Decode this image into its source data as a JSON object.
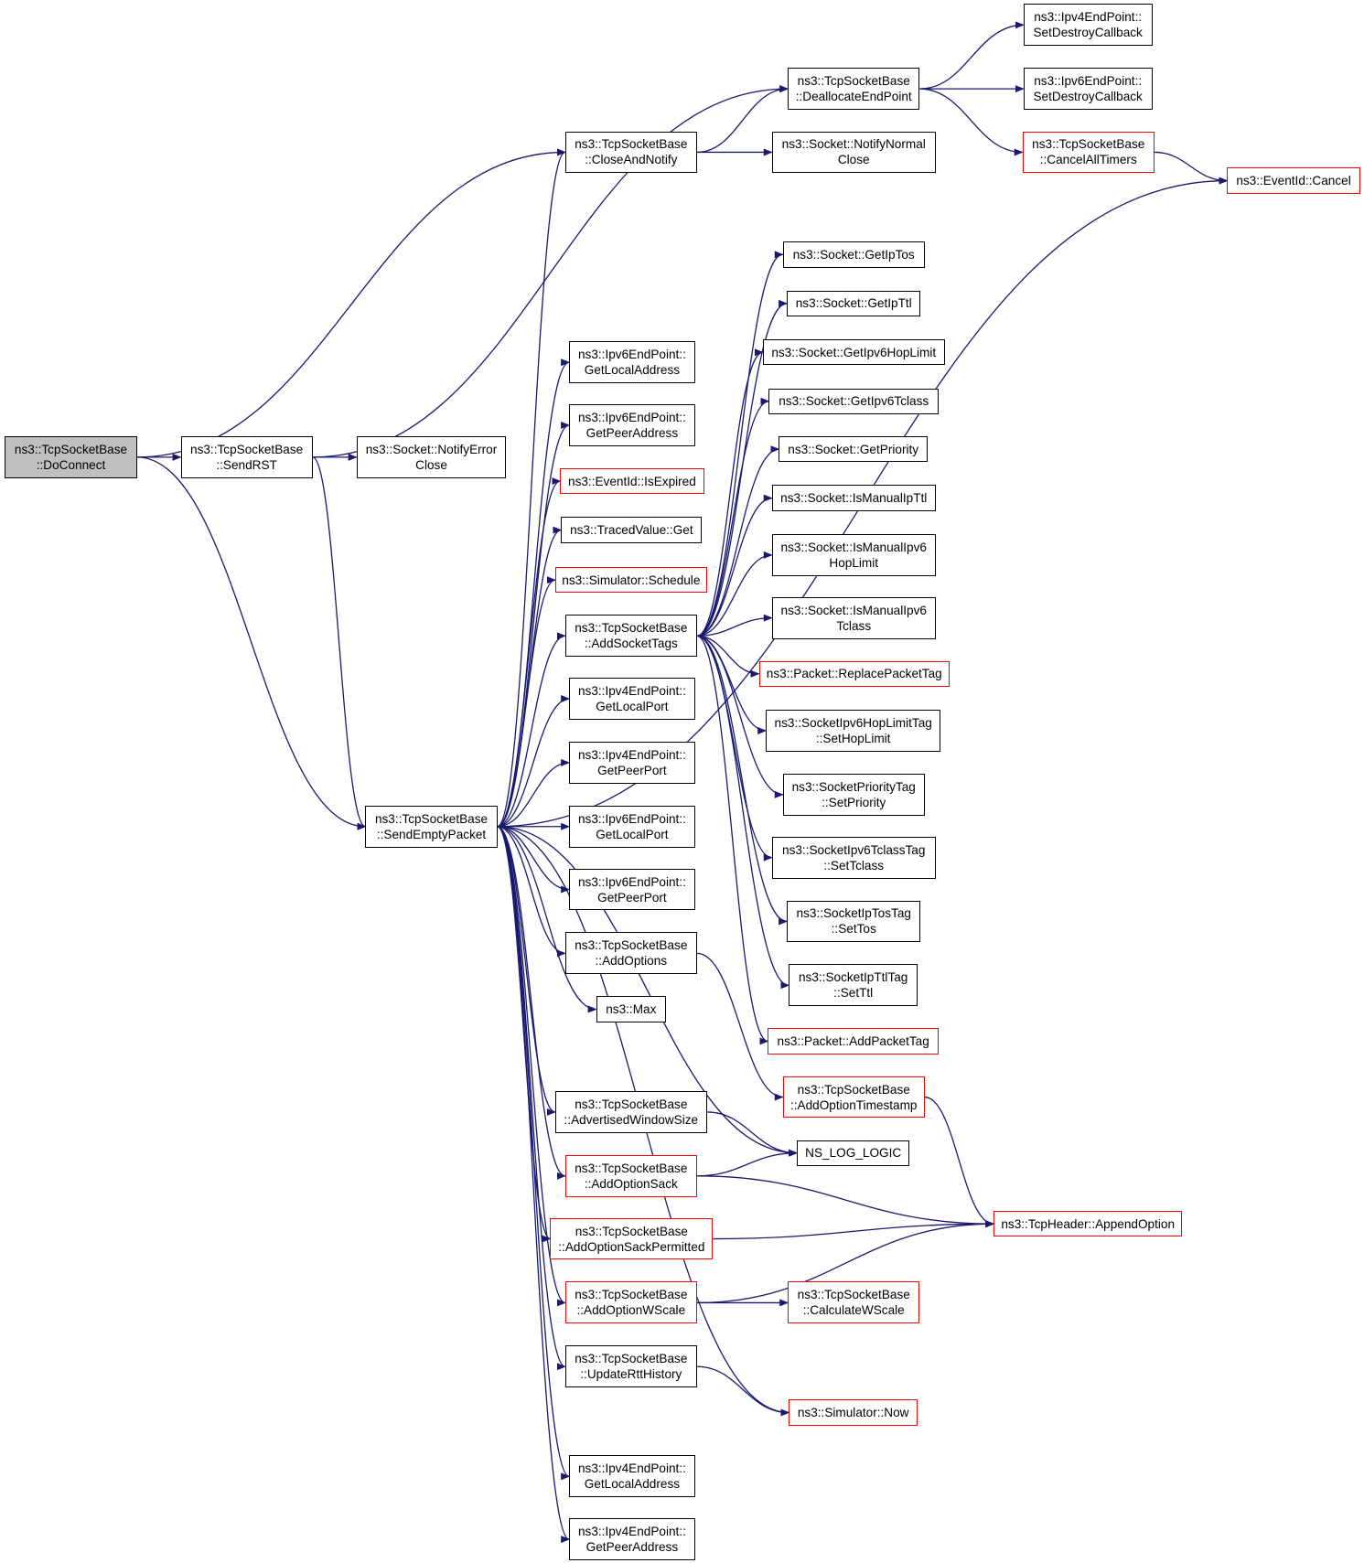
{
  "nodes": {
    "doconnect": {
      "lines": [
        "ns3::TcpSocketBase",
        "::DoConnect"
      ],
      "border": "#000000",
      "fill": "#bfbfbf"
    },
    "sendrst": {
      "lines": [
        "ns3::TcpSocketBase",
        "::SendRST"
      ],
      "border": "#000000",
      "fill": "#ffffff"
    },
    "notifyerrorclose": {
      "lines": [
        "ns3::Socket::NotifyError",
        "Close"
      ],
      "border": "#000000",
      "fill": "#ffffff"
    },
    "sendemptypacket": {
      "lines": [
        "ns3::TcpSocketBase",
        "::SendEmptyPacket"
      ],
      "border": "#000000",
      "fill": "#ffffff"
    },
    "closeandnotify": {
      "lines": [
        "ns3::TcpSocketBase",
        "::CloseAndNotify"
      ],
      "border": "#000000",
      "fill": "#ffffff"
    },
    "deallocateendpoint": {
      "lines": [
        "ns3::TcpSocketBase",
        "::DeallocateEndPoint"
      ],
      "border": "#000000",
      "fill": "#ffffff"
    },
    "notifynormalclose": {
      "lines": [
        "ns3::Socket::NotifyNormal",
        "Close"
      ],
      "border": "#000000",
      "fill": "#ffffff"
    },
    "ipv4setdestroy": {
      "lines": [
        "ns3::Ipv4EndPoint::",
        "SetDestroyCallback"
      ],
      "border": "#000000",
      "fill": "#ffffff"
    },
    "ipv6setdestroy": {
      "lines": [
        "ns3::Ipv6EndPoint::",
        "SetDestroyCallback"
      ],
      "border": "#000000",
      "fill": "#ffffff"
    },
    "cancelalltimers": {
      "lines": [
        "ns3::TcpSocketBase",
        "::CancelAllTimers"
      ],
      "border": "#ff0000",
      "fill": "#ffffff"
    },
    "eventcancel": {
      "lines": [
        "ns3::EventId::Cancel"
      ],
      "border": "#ff0000",
      "fill": "#ffffff"
    },
    "ipv6getlocaladdress": {
      "lines": [
        "ns3::Ipv6EndPoint::",
        "GetLocalAddress"
      ],
      "border": "#000000",
      "fill": "#ffffff"
    },
    "ipv6getpeeraddress": {
      "lines": [
        "ns3::Ipv6EndPoint::",
        "GetPeerAddress"
      ],
      "border": "#000000",
      "fill": "#ffffff"
    },
    "isexpired": {
      "lines": [
        "ns3::EventId::IsExpired"
      ],
      "border": "#ff0000",
      "fill": "#ffffff"
    },
    "tracedget": {
      "lines": [
        "ns3::TracedValue::Get"
      ],
      "border": "#000000",
      "fill": "#ffffff"
    },
    "schedule": {
      "lines": [
        "ns3::Simulator::Schedule"
      ],
      "border": "#ff0000",
      "fill": "#ffffff"
    },
    "addsockettags": {
      "lines": [
        "ns3::TcpSocketBase",
        "::AddSocketTags"
      ],
      "border": "#000000",
      "fill": "#ffffff"
    },
    "ipv4getlocalport": {
      "lines": [
        "ns3::Ipv4EndPoint::",
        "GetLocalPort"
      ],
      "border": "#000000",
      "fill": "#ffffff"
    },
    "ipv4getpeerport": {
      "lines": [
        "ns3::Ipv4EndPoint::",
        "GetPeerPort"
      ],
      "border": "#000000",
      "fill": "#ffffff"
    },
    "ipv6getlocalport": {
      "lines": [
        "ns3::Ipv6EndPoint::",
        "GetLocalPort"
      ],
      "border": "#000000",
      "fill": "#ffffff"
    },
    "ipv6getpeerport": {
      "lines": [
        "ns3::Ipv6EndPoint::",
        "GetPeerPort"
      ],
      "border": "#000000",
      "fill": "#ffffff"
    },
    "addoptions": {
      "lines": [
        "ns3::TcpSocketBase",
        "::AddOptions"
      ],
      "border": "#000000",
      "fill": "#ffffff"
    },
    "max": {
      "lines": [
        "ns3::Max"
      ],
      "border": "#000000",
      "fill": "#ffffff"
    },
    "advertisedwindowsize": {
      "lines": [
        "ns3::TcpSocketBase",
        "::AdvertisedWindowSize"
      ],
      "border": "#000000",
      "fill": "#ffffff"
    },
    "addoptionsack": {
      "lines": [
        "ns3::TcpSocketBase",
        "::AddOptionSack"
      ],
      "border": "#ff0000",
      "fill": "#ffffff"
    },
    "addoptionsackpermitted": {
      "lines": [
        "ns3::TcpSocketBase",
        "::AddOptionSackPermitted"
      ],
      "border": "#ff0000",
      "fill": "#ffffff"
    },
    "addoptionwscale": {
      "lines": [
        "ns3::TcpSocketBase",
        "::AddOptionWScale"
      ],
      "border": "#ff0000",
      "fill": "#ffffff"
    },
    "updatertthistory": {
      "lines": [
        "ns3::TcpSocketBase",
        "::UpdateRttHistory"
      ],
      "border": "#000000",
      "fill": "#ffffff"
    },
    "ipv4getlocaladdress": {
      "lines": [
        "ns3::Ipv4EndPoint::",
        "GetLocalAddress"
      ],
      "border": "#000000",
      "fill": "#ffffff"
    },
    "ipv4getpeeraddress": {
      "lines": [
        "ns3::Ipv4EndPoint::",
        "GetPeerAddress"
      ],
      "border": "#000000",
      "fill": "#ffffff"
    },
    "getiptos": {
      "lines": [
        "ns3::Socket::GetIpTos"
      ],
      "border": "#000000",
      "fill": "#ffffff"
    },
    "getipttl": {
      "lines": [
        "ns3::Socket::GetIpTtl"
      ],
      "border": "#000000",
      "fill": "#ffffff"
    },
    "getipv6hoplimit": {
      "lines": [
        "ns3::Socket::GetIpv6HopLimit"
      ],
      "border": "#000000",
      "fill": "#ffffff"
    },
    "getipv6tclass": {
      "lines": [
        "ns3::Socket::GetIpv6Tclass"
      ],
      "border": "#000000",
      "fill": "#ffffff"
    },
    "getpriority": {
      "lines": [
        "ns3::Socket::GetPriority"
      ],
      "border": "#000000",
      "fill": "#ffffff"
    },
    "ismanualipttl": {
      "lines": [
        "ns3::Socket::IsManualIpTtl"
      ],
      "border": "#000000",
      "fill": "#ffffff"
    },
    "ismanualipv6hoplimit": {
      "lines": [
        "ns3::Socket::IsManualIpv6",
        "HopLimit"
      ],
      "border": "#000000",
      "fill": "#ffffff"
    },
    "ismanualipv6tclass": {
      "lines": [
        "ns3::Socket::IsManualIpv6",
        "Tclass"
      ],
      "border": "#000000",
      "fill": "#ffffff"
    },
    "replacepackettag": {
      "lines": [
        "ns3::Packet::ReplacePacketTag"
      ],
      "border": "#ff0000",
      "fill": "#ffffff"
    },
    "sethoplimit": {
      "lines": [
        "ns3::SocketIpv6HopLimitTag",
        "::SetHopLimit"
      ],
      "border": "#000000",
      "fill": "#ffffff"
    },
    "setpriority": {
      "lines": [
        "ns3::SocketPriorityTag",
        "::SetPriority"
      ],
      "border": "#000000",
      "fill": "#ffffff"
    },
    "settclass": {
      "lines": [
        "ns3::SocketIpv6TclassTag",
        "::SetTclass"
      ],
      "border": "#000000",
      "fill": "#ffffff"
    },
    "settos": {
      "lines": [
        "ns3::SocketIpTosTag",
        "::SetTos"
      ],
      "border": "#000000",
      "fill": "#ffffff"
    },
    "setttl": {
      "lines": [
        "ns3::SocketIpTtlTag",
        "::SetTtl"
      ],
      "border": "#000000",
      "fill": "#ffffff"
    },
    "addpackettag": {
      "lines": [
        "ns3::Packet::AddPacketTag"
      ],
      "border": "#ff0000",
      "fill": "#ffffff"
    },
    "addoptiontimestamp": {
      "lines": [
        "ns3::TcpSocketBase",
        "::AddOptionTimestamp"
      ],
      "border": "#ff0000",
      "fill": "#ffffff"
    },
    "nslogic": {
      "lines": [
        "NS_LOG_LOGIC"
      ],
      "border": "#000000",
      "fill": "#ffffff"
    },
    "appendoption": {
      "lines": [
        "ns3::TcpHeader::AppendOption"
      ],
      "border": "#ff0000",
      "fill": "#ffffff"
    },
    "calculatewscale": {
      "lines": [
        "ns3::TcpSocketBase",
        "::CalculateWScale"
      ],
      "border": "#ff0000",
      "fill": "#ffffff"
    },
    "simulatornow": {
      "lines": [
        "ns3::Simulator::Now"
      ],
      "border": "#ff0000",
      "fill": "#ffffff"
    }
  },
  "edges": [
    [
      "doconnect",
      "sendrst"
    ],
    [
      "doconnect",
      "closeandnotify"
    ],
    [
      "doconnect",
      "sendemptypacket"
    ],
    [
      "sendrst",
      "notifyerrorclose"
    ],
    [
      "sendrst",
      "deallocateendpoint"
    ],
    [
      "sendrst",
      "sendemptypacket"
    ],
    [
      "closeandnotify",
      "deallocateendpoint"
    ],
    [
      "closeandnotify",
      "notifynormalclose"
    ],
    [
      "deallocateendpoint",
      "ipv4setdestroy"
    ],
    [
      "deallocateendpoint",
      "ipv6setdestroy"
    ],
    [
      "deallocateendpoint",
      "cancelalltimers"
    ],
    [
      "cancelalltimers",
      "eventcancel"
    ],
    [
      "sendemptypacket",
      "closeandnotify"
    ],
    [
      "sendemptypacket",
      "eventcancel"
    ],
    [
      "sendemptypacket",
      "ipv6getlocaladdress"
    ],
    [
      "sendemptypacket",
      "ipv6getpeeraddress"
    ],
    [
      "sendemptypacket",
      "isexpired"
    ],
    [
      "sendemptypacket",
      "tracedget"
    ],
    [
      "sendemptypacket",
      "schedule"
    ],
    [
      "sendemptypacket",
      "addsockettags"
    ],
    [
      "sendemptypacket",
      "ipv4getlocalport"
    ],
    [
      "sendemptypacket",
      "ipv4getpeerport"
    ],
    [
      "sendemptypacket",
      "ipv6getlocalport"
    ],
    [
      "sendemptypacket",
      "ipv6getpeerport"
    ],
    [
      "sendemptypacket",
      "addoptions"
    ],
    [
      "sendemptypacket",
      "max"
    ],
    [
      "sendemptypacket",
      "nslogic"
    ],
    [
      "sendemptypacket",
      "advertisedwindowsize"
    ],
    [
      "sendemptypacket",
      "addoptionsack"
    ],
    [
      "sendemptypacket",
      "addoptionsackpermitted"
    ],
    [
      "sendemptypacket",
      "addoptionwscale"
    ],
    [
      "sendemptypacket",
      "updatertthistory"
    ],
    [
      "sendemptypacket",
      "simulatornow"
    ],
    [
      "sendemptypacket",
      "ipv4getlocaladdress"
    ],
    [
      "sendemptypacket",
      "ipv4getpeeraddress"
    ],
    [
      "addsockettags",
      "getiptos"
    ],
    [
      "addsockettags",
      "getipttl"
    ],
    [
      "addsockettags",
      "getipv6hoplimit"
    ],
    [
      "addsockettags",
      "getipv6tclass"
    ],
    [
      "addsockettags",
      "getpriority"
    ],
    [
      "addsockettags",
      "ismanualipttl"
    ],
    [
      "addsockettags",
      "ismanualipv6hoplimit"
    ],
    [
      "addsockettags",
      "ismanualipv6tclass"
    ],
    [
      "addsockettags",
      "replacepackettag"
    ],
    [
      "addsockettags",
      "sethoplimit"
    ],
    [
      "addsockettags",
      "setpriority"
    ],
    [
      "addsockettags",
      "settclass"
    ],
    [
      "addsockettags",
      "settos"
    ],
    [
      "addsockettags",
      "setttl"
    ],
    [
      "addsockettags",
      "addpackettag"
    ],
    [
      "addoptions",
      "addoptiontimestamp"
    ],
    [
      "addoptiontimestamp",
      "appendoption"
    ],
    [
      "advertisedwindowsize",
      "nslogic"
    ],
    [
      "addoptionsack",
      "nslogic"
    ],
    [
      "addoptionsack",
      "appendoption"
    ],
    [
      "addoptionsackpermitted",
      "appendoption"
    ],
    [
      "addoptionwscale",
      "calculatewscale"
    ],
    [
      "addoptionwscale",
      "appendoption"
    ],
    [
      "updatertthistory",
      "simulatornow"
    ]
  ]
}
